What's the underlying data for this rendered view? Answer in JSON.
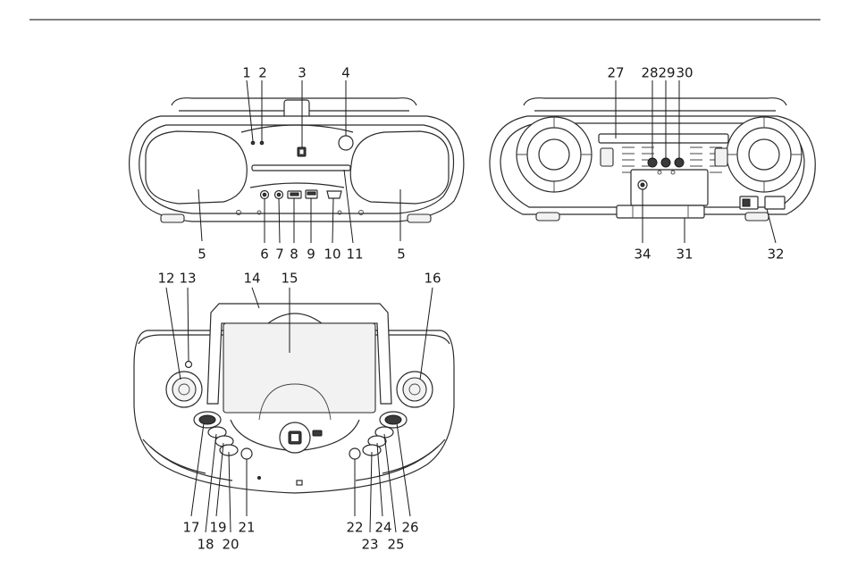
{
  "front_view": {
    "labels": {
      "l1": "1",
      "l2": "2",
      "l3": "3",
      "l4": "4",
      "l5a": "5",
      "l5b": "5",
      "l6": "6",
      "l7": "7",
      "l8": "8",
      "l9": "9",
      "l10": "10",
      "l11": "11"
    }
  },
  "rear_view": {
    "labels": {
      "l27": "27",
      "l28": "28",
      "l29": "29",
      "l30": "30",
      "l31": "31",
      "l32": "32",
      "l34": "34"
    }
  },
  "top_view": {
    "labels": {
      "l12": "12",
      "l13": "13",
      "l14": "14",
      "l15": "15",
      "l16": "16",
      "l17": "17",
      "l18": "18",
      "l19": "19",
      "l20": "20",
      "l21": "21",
      "l22": "22",
      "l23": "23",
      "l24": "24",
      "l25": "25",
      "l26": "26"
    }
  }
}
